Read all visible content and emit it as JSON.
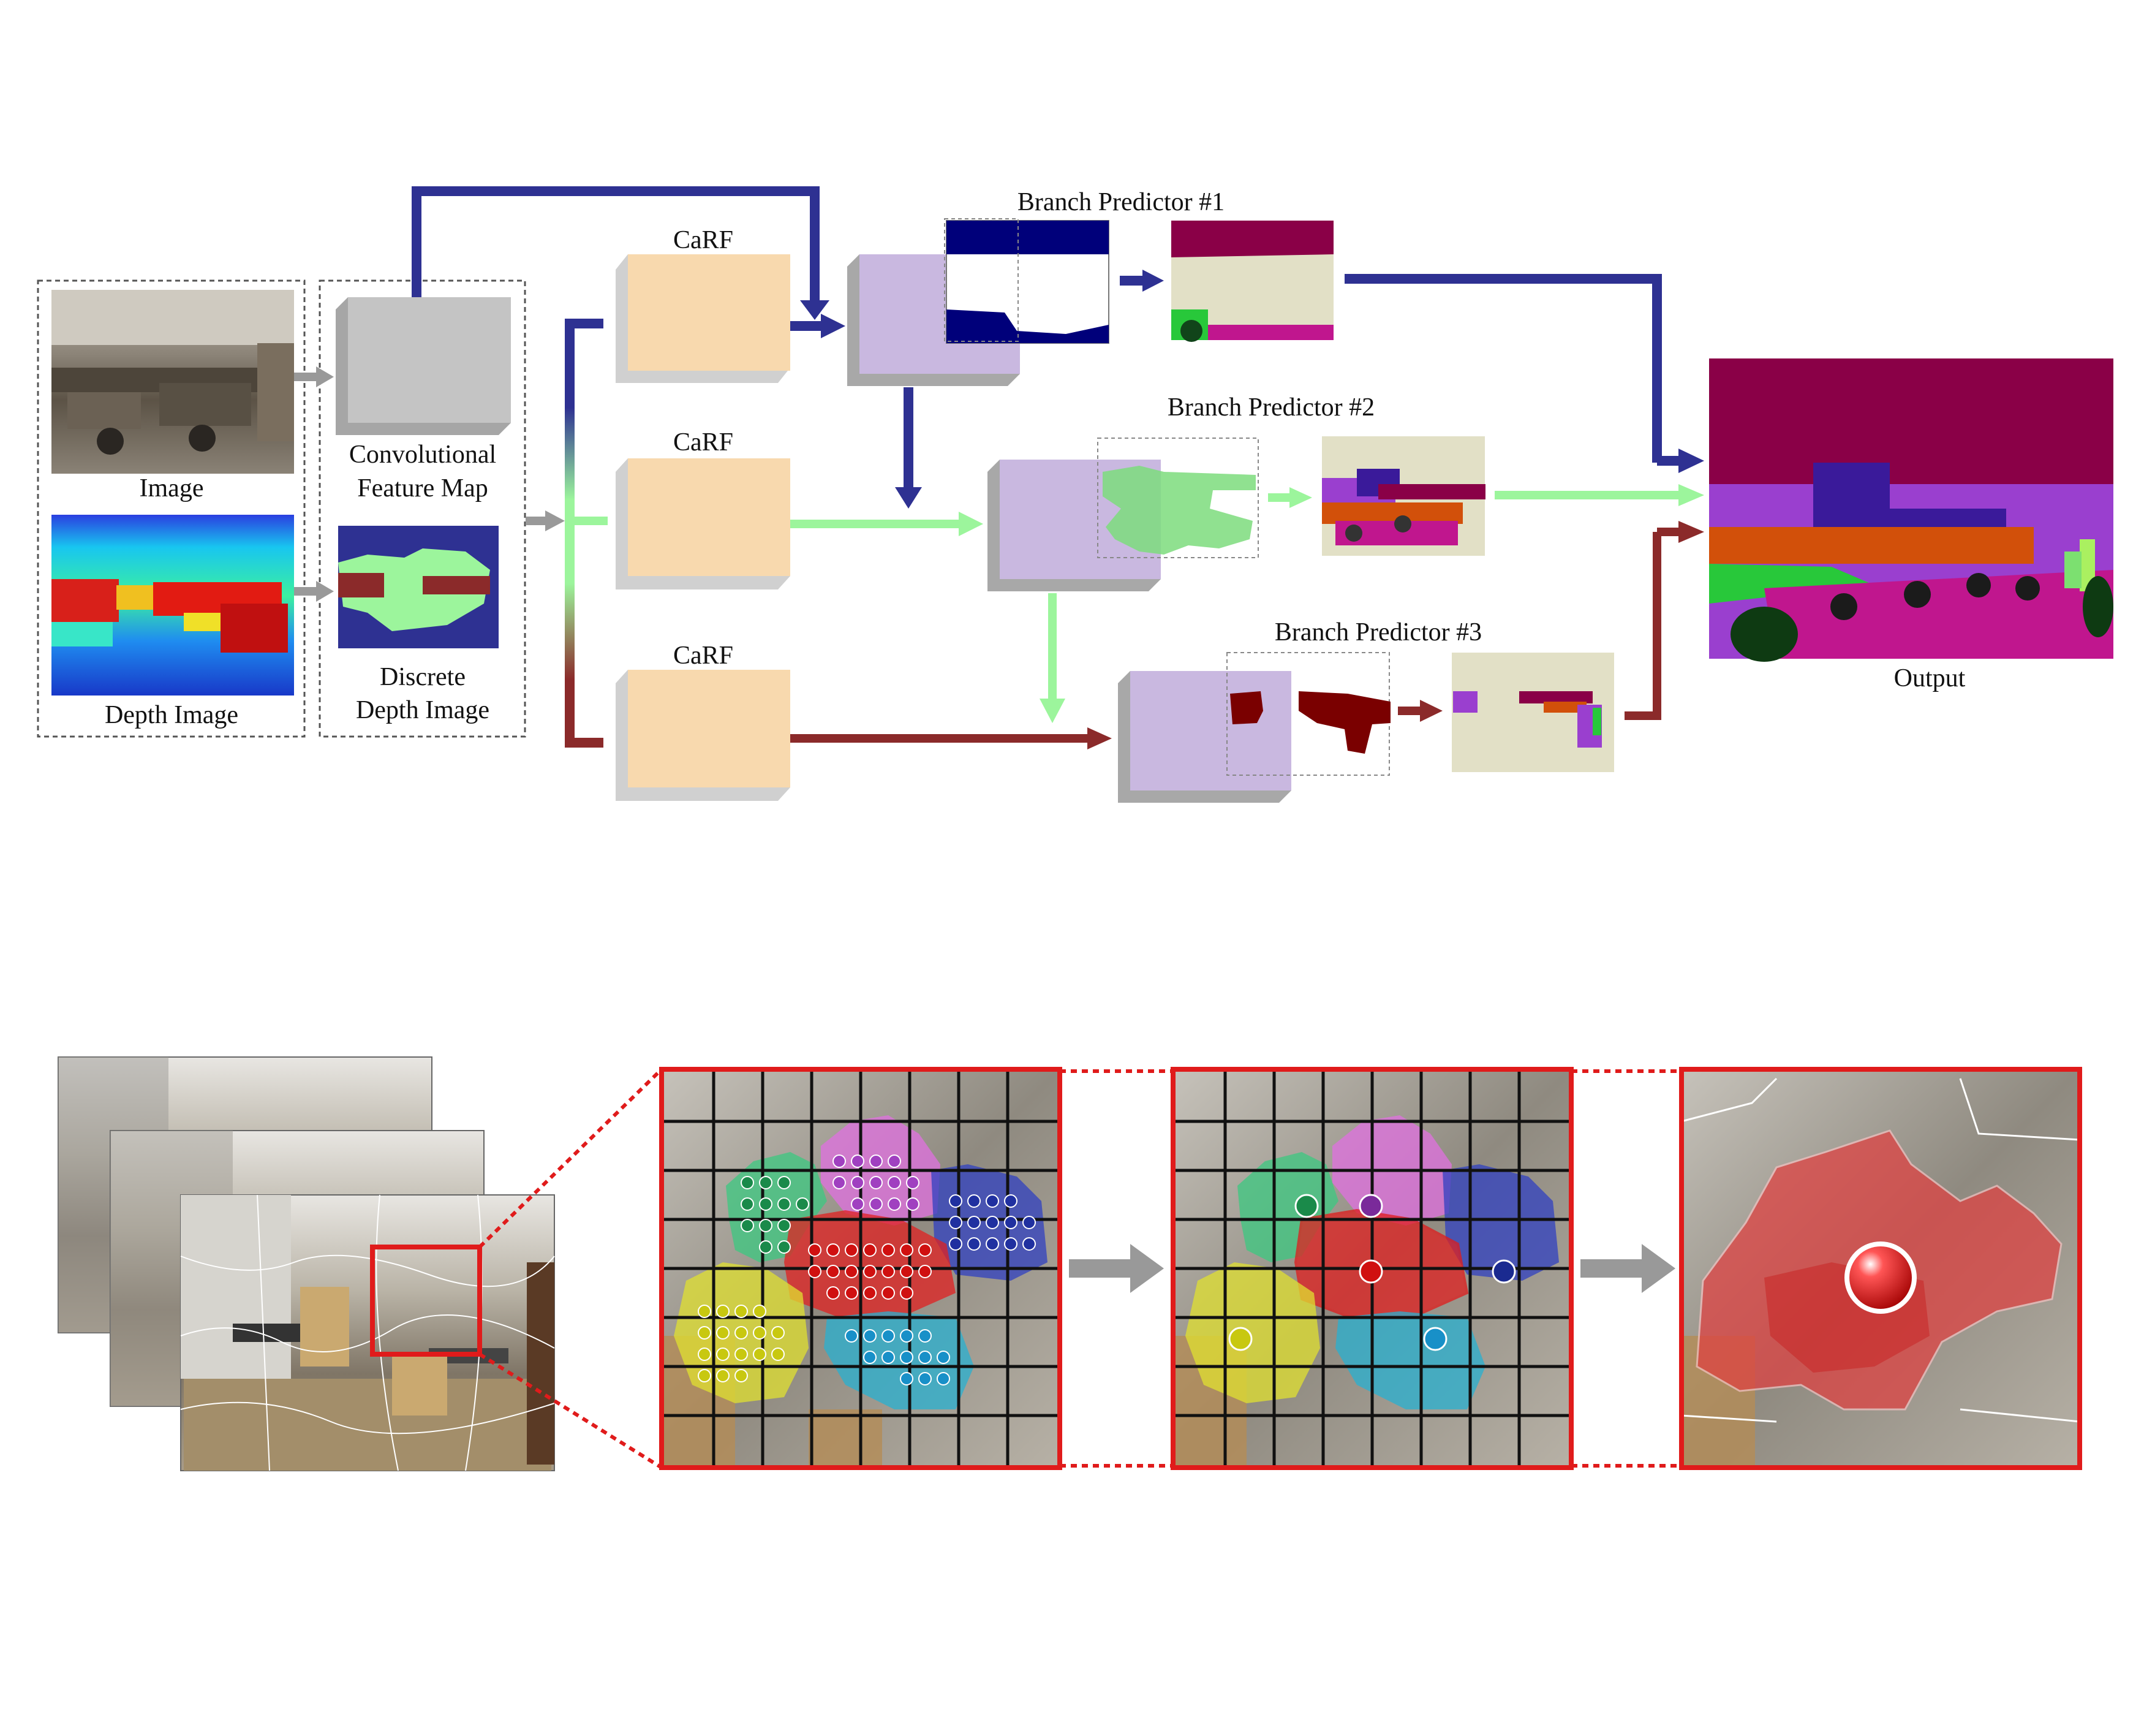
{
  "labels": {
    "image": "Image",
    "depth_image": "Depth Image",
    "conv_line1": "Convolutional",
    "conv_line2": "Feature Map",
    "discrete_line1": "Discrete",
    "discrete_line2": "Depth Image",
    "carf_1": "CaRF",
    "carf_2": "CaRF",
    "carf_3": "CaRF",
    "branch_1": "Branch Predictor  #1",
    "branch_2": "Branch Predictor  #2",
    "branch_3": "Branch Predictor  #3",
    "output": "Output"
  },
  "colors": {
    "branch1": "#2e3192",
    "branch2": "#9cf59c",
    "branch3": "#8b2a2a",
    "gray_arrow": "#999999",
    "carf": "#f8d9ae",
    "fusion": "#c9b8e0",
    "conv": "#c4c4c4",
    "highlight": "#e01b1b",
    "wall": "#8a0047",
    "floor": "#e2e0c6",
    "furniture_green": "#28c83a",
    "desk_orange": "#d2500a",
    "magenta_floor": "#c0168e",
    "purple": "#9a3fcf"
  },
  "clusters": [
    "green",
    "violet",
    "red",
    "blue",
    "yellow",
    "cyan"
  ]
}
